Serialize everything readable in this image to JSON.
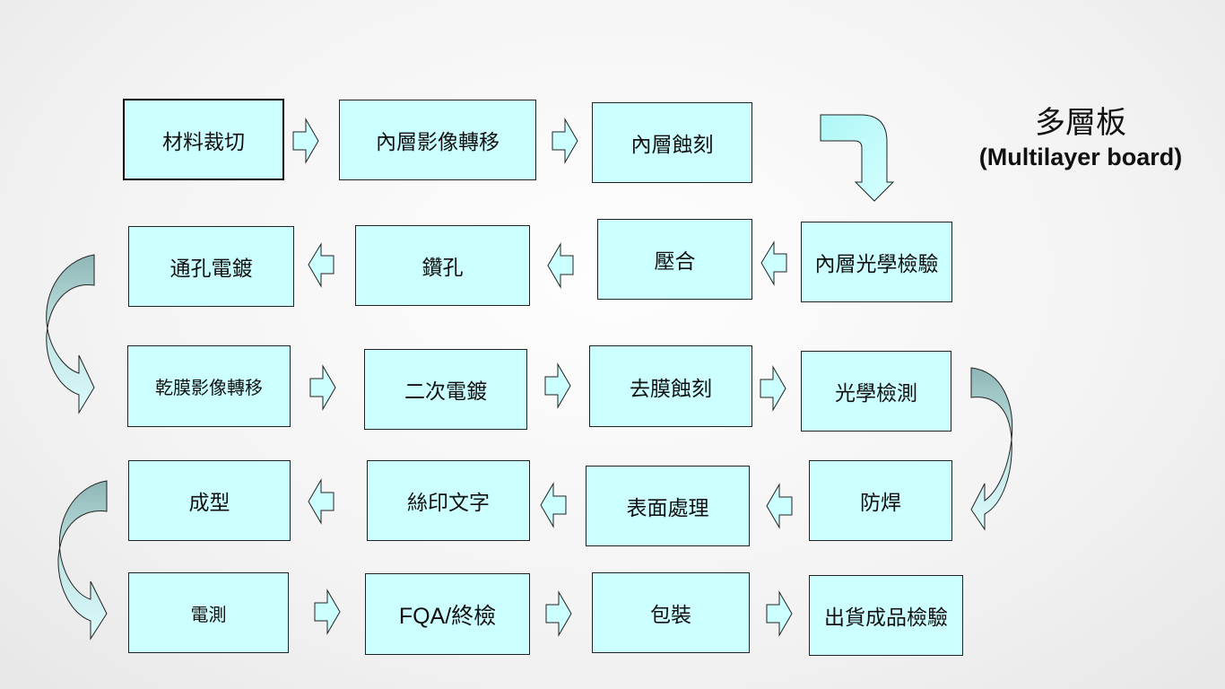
{
  "title": {
    "zh": "多層板",
    "en": "(Multilayer board)"
  },
  "steps": {
    "s1": "材料裁切",
    "s2": "內層影像轉移",
    "s3": "內層蝕刻",
    "s4": "內層光學檢驗",
    "s5": "壓合",
    "s6": "鑽孔",
    "s7": "通孔電鍍",
    "s8": "乾膜影像轉移",
    "s9": "二次電鍍",
    "s10": "去膜蝕刻",
    "s11": "光學檢測",
    "s12": "防焊",
    "s13": "表面處理",
    "s14": "絲印文字",
    "s15": "成型",
    "s16": "電測",
    "s17": "FQA/終檢",
    "s18": "包裝",
    "s19": "出貨成品檢驗"
  },
  "colors": {
    "box_fill": "#ccffff",
    "arrow_fill": "#ccffff",
    "curve_dark": "#9fc4c4"
  }
}
